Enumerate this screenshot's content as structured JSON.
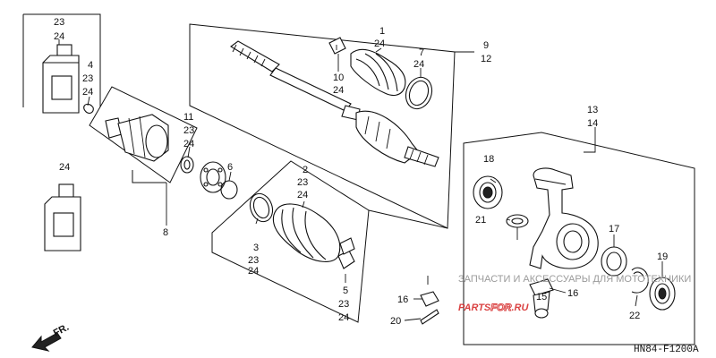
{
  "diagram_code": "HN84-F1200A",
  "direction_label": "FR.",
  "watermark": {
    "line1": "ЗАПЧАСТИ И АКСЕССУАРЫ ДЛЯ МОТОТЕХНИКИ",
    "brand_red": "PARTS",
    "brand_white": "FOR",
    "brand_red2": ".RU"
  },
  "callouts": {
    "c_23_24_oil_top": [
      "23",
      "24"
    ],
    "c_4": [
      "4",
      "23",
      "24"
    ],
    "c_24_oil_bottom": [
      "24"
    ],
    "c_11": [
      "11",
      "23",
      "24"
    ],
    "c_6": [
      "6"
    ],
    "c_8": [
      "8"
    ],
    "c_1": [
      "1",
      "24"
    ],
    "c_10": [
      "10",
      "24"
    ],
    "c_7": [
      "7",
      "24"
    ],
    "c_9_12": [
      "9",
      "12"
    ],
    "c_2": [
      "2",
      "23",
      "24"
    ],
    "c_3": [
      "3",
      "23",
      "24"
    ],
    "c_5": [
      "5",
      "23",
      "24"
    ],
    "c_13_14": [
      "13",
      "14"
    ],
    "c_18": [
      "18"
    ],
    "c_21": [
      "21"
    ],
    "c_17": [
      "17"
    ],
    "c_19": [
      "19"
    ],
    "c_16a": [
      "16"
    ],
    "c_16b": [
      "16"
    ],
    "c_15": [
      "15"
    ],
    "c_20": [
      "20"
    ],
    "c_22": [
      "22"
    ]
  },
  "colors": {
    "line": "#111111",
    "watermark_red": "#d42020",
    "watermark_text": "#9a9a9a"
  }
}
